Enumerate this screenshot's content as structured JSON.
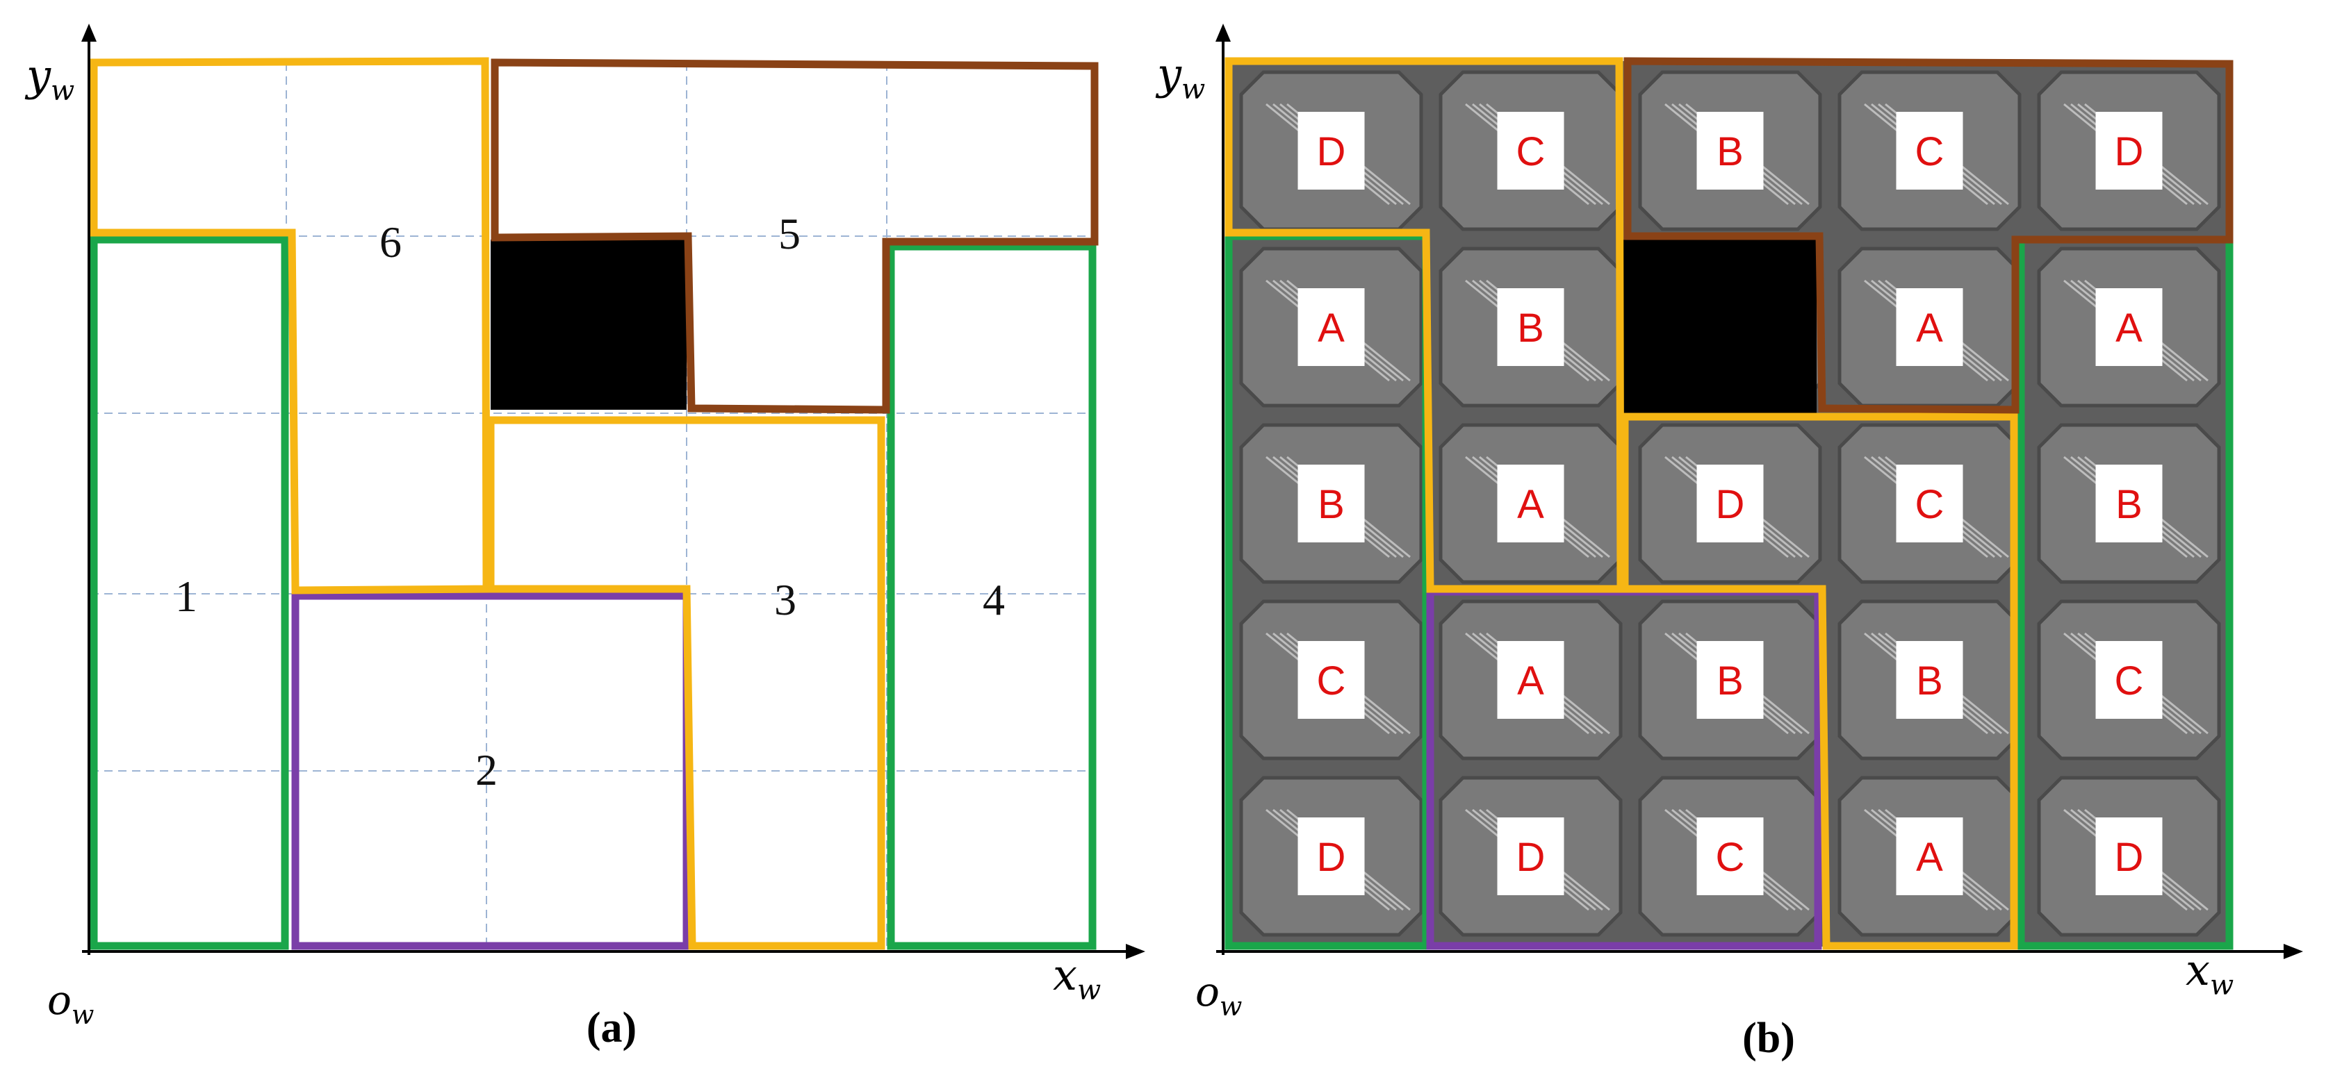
{
  "colors": {
    "region_1": "#1aa64a",
    "region_2": "#7a3ea8",
    "region_3": "#f6b614",
    "region_4": "#1aa64a",
    "region_5": "#8a4216",
    "region_6": "#f6b614",
    "obstacle": "#000000",
    "tile_label": "#e01010",
    "grid": "#9db4d4"
  },
  "panel_a": {
    "caption": "(a)",
    "axis_x": "x",
    "axis_x_sub": "w",
    "axis_y": "y",
    "axis_y_sub": "w",
    "origin": "o",
    "origin_sub": "w",
    "regions": [
      {
        "id": "1",
        "label": "1"
      },
      {
        "id": "2",
        "label": "2"
      },
      {
        "id": "3",
        "label": "3"
      },
      {
        "id": "4",
        "label": "4"
      },
      {
        "id": "5",
        "label": "5"
      },
      {
        "id": "6",
        "label": "6"
      }
    ],
    "grid": {
      "columns": 5,
      "rows": 5
    }
  },
  "panel_b": {
    "caption": "(b)",
    "axis_x": "x",
    "axis_x_sub": "w",
    "axis_y": "y",
    "axis_y_sub": "w",
    "origin": "o",
    "origin_sub": "w",
    "tile_rows": [
      [
        "D",
        "C",
        "B",
        "C",
        "D"
      ],
      [
        "A",
        "B",
        "",
        "A",
        "A"
      ],
      [
        "B",
        "A",
        "D",
        "C",
        "B"
      ],
      [
        "C",
        "A",
        "B",
        "B",
        "C"
      ],
      [
        "D",
        "D",
        "C",
        "A",
        "D"
      ]
    ]
  }
}
